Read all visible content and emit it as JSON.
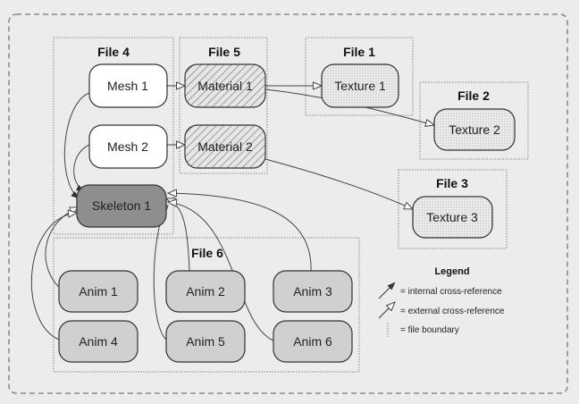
{
  "files": {
    "file4": "File 4",
    "file5": "File 5",
    "file1": "File 1",
    "file2": "File 2",
    "file3": "File 3",
    "file6": "File 6"
  },
  "nodes": {
    "mesh1": "Mesh 1",
    "mesh2": "Mesh 2",
    "material1": "Material 1",
    "material2": "Material 2",
    "texture1": "Texture 1",
    "texture2": "Texture 2",
    "texture3": "Texture 3",
    "skeleton1": "Skeleton 1",
    "anim1": "Anim 1",
    "anim2": "Anim 2",
    "anim3": "Anim 3",
    "anim4": "Anim 4",
    "anim5": "Anim 5",
    "anim6": "Anim 6"
  },
  "legend": {
    "title": "Legend",
    "internal": "= internal cross-reference",
    "external": "= external cross-reference",
    "boundary": "= file boundary"
  }
}
